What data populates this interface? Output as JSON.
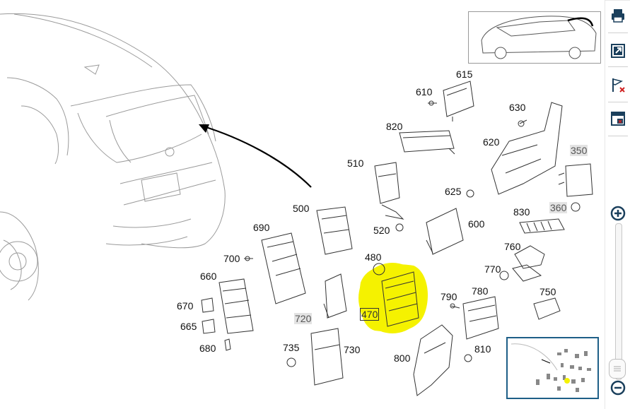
{
  "diagram": {
    "highlight_color": "#f5f200",
    "callouts": [
      {
        "id": "615",
        "label": "615",
        "style": "plain"
      },
      {
        "id": "610",
        "label": "610",
        "style": "plain"
      },
      {
        "id": "630",
        "label": "630",
        "style": "plain"
      },
      {
        "id": "820",
        "label": "820",
        "style": "plain"
      },
      {
        "id": "620",
        "label": "620",
        "style": "plain"
      },
      {
        "id": "350",
        "label": "350",
        "style": "gray"
      },
      {
        "id": "510",
        "label": "510",
        "style": "plain"
      },
      {
        "id": "625",
        "label": "625",
        "style": "plain"
      },
      {
        "id": "360",
        "label": "360",
        "style": "gray"
      },
      {
        "id": "500",
        "label": "500",
        "style": "plain"
      },
      {
        "id": "830",
        "label": "830",
        "style": "plain"
      },
      {
        "id": "520",
        "label": "520",
        "style": "plain"
      },
      {
        "id": "600",
        "label": "600",
        "style": "plain"
      },
      {
        "id": "690",
        "label": "690",
        "style": "plain"
      },
      {
        "id": "760",
        "label": "760",
        "style": "plain"
      },
      {
        "id": "700",
        "label": "700",
        "style": "plain"
      },
      {
        "id": "480",
        "label": "480",
        "style": "plain"
      },
      {
        "id": "770",
        "label": "770",
        "style": "plain"
      },
      {
        "id": "660",
        "label": "660",
        "style": "plain"
      },
      {
        "id": "780",
        "label": "780",
        "style": "plain"
      },
      {
        "id": "790",
        "label": "790",
        "style": "plain"
      },
      {
        "id": "750",
        "label": "750",
        "style": "plain"
      },
      {
        "id": "670",
        "label": "670",
        "style": "plain"
      },
      {
        "id": "470",
        "label": "470",
        "style": "highlight"
      },
      {
        "id": "720",
        "label": "720",
        "style": "gray"
      },
      {
        "id": "665",
        "label": "665",
        "style": "plain"
      },
      {
        "id": "680",
        "label": "680",
        "style": "plain"
      },
      {
        "id": "735",
        "label": "735",
        "style": "plain"
      },
      {
        "id": "730",
        "label": "730",
        "style": "plain"
      },
      {
        "id": "810",
        "label": "810",
        "style": "plain"
      },
      {
        "id": "800",
        "label": "800",
        "style": "plain"
      }
    ]
  },
  "toolbar": {
    "print_icon": "printer-icon",
    "open_icon": "open-new-window-icon",
    "flag_icon": "flag-remove-icon",
    "window_icon": "window-close-icon",
    "zoom_in_icon": "zoom-in-icon",
    "zoom_out_icon": "zoom-out-icon",
    "accent_color": "#1a3f5c"
  }
}
